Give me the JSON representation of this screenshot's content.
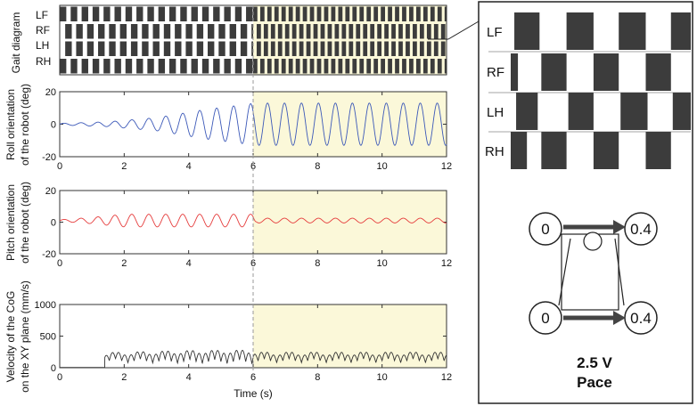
{
  "chart_data": {
    "type": "line",
    "xlabel": "Time (s)",
    "xlim": [
      0,
      12
    ],
    "x_ticks": [
      0,
      2,
      4,
      6,
      8,
      10,
      12
    ],
    "highlight": {
      "x_start": 6,
      "x_end": 12,
      "color": "#fbf8d9"
    },
    "gait_panel": {
      "ylabel": "Gait diagram",
      "legs": [
        "LF",
        "RF",
        "LH",
        "RH"
      ],
      "color": "#3c3c3c",
      "phase_period_s_before": 0.34,
      "phase_period_s_after": 0.22,
      "duty": 0.6
    },
    "panels": [
      {
        "ylabel": [
          "Roll orientation",
          "of the robot (deg)"
        ],
        "ylim": [
          -20,
          20
        ],
        "y_ticks": [
          -20,
          0,
          20
        ],
        "color": "#3b58b8",
        "series": {
          "amplitude_envelope": [
            [
              0,
              0.5
            ],
            [
              1.5,
              1.5
            ],
            [
              3,
              4
            ],
            [
              4.5,
              9
            ],
            [
              5.9,
              12.5
            ],
            [
              6,
              13
            ],
            [
              12,
              13
            ]
          ],
          "frequency_hz": 1.9
        }
      },
      {
        "ylabel": [
          "Pitch orientation",
          "of the robot (deg)"
        ],
        "ylim": [
          -20,
          20
        ],
        "y_ticks": [
          -20,
          0,
          20
        ],
        "color": "#e53b3b",
        "series": {
          "amplitude_envelope": [
            [
              0,
              0.5
            ],
            [
              1,
              2
            ],
            [
              2,
              4
            ],
            [
              6,
              4
            ],
            [
              6.1,
              1.5
            ],
            [
              12,
              1.5
            ]
          ],
          "offset": 1,
          "frequency_hz": 1.9
        }
      },
      {
        "ylabel": [
          "Velocity of the CoG",
          "on the XY plane (mm/s)"
        ],
        "ylim": [
          0,
          1000
        ],
        "y_ticks": [
          0,
          500,
          1000
        ],
        "color": "#333333",
        "series": {
          "start_s": 1.4,
          "baseline": 150,
          "amplitude_envelope": [
            [
              1.4,
              100
            ],
            [
              4,
              150
            ],
            [
              6,
              160
            ],
            [
              6.1,
              110
            ],
            [
              12,
              110
            ]
          ],
          "frequency_hz": 2.6
        }
      }
    ]
  },
  "inset": {
    "legs": [
      "LF",
      "RF",
      "LH",
      "RH"
    ],
    "node_top_left": "0",
    "node_top_right": "0.4",
    "node_bottom_left": "0",
    "node_bottom_right": "0.4",
    "caption_line1": "2.5 V",
    "caption_line2": "Pace"
  }
}
